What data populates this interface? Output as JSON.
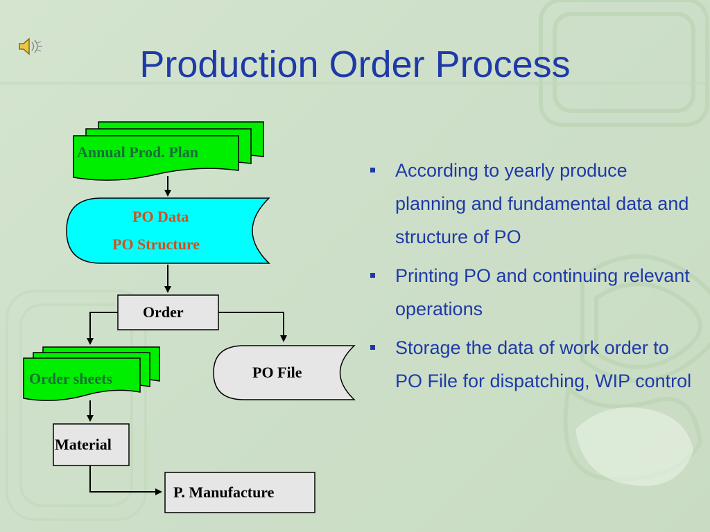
{
  "slide": {
    "title": "Production Order Process"
  },
  "diagram": {
    "nodes": {
      "annual_plan": "Annual Prod. Plan",
      "po_data_line1": "PO Data",
      "po_data_line2": "PO Structure",
      "order": "Order",
      "order_sheets": "Order sheets",
      "po_file": "PO File",
      "material": "Material",
      "manufacture": "P. Manufacture"
    }
  },
  "bullets": [
    "According to yearly produce planning and fundamental data and structure of PO",
    "Printing PO and continuing relevant operations",
    "Storage the data of work order to PO File for dispatching, WIP control"
  ],
  "icons": {
    "speaker": "speaker-icon"
  },
  "colors": {
    "title": "#1f3aa8",
    "green_doc": "#00ee00",
    "cyan_store": "#00ffff",
    "grey_box": "#e6e6e6",
    "annual_text": "#1a6e3a",
    "po_text": "#d2501e"
  }
}
